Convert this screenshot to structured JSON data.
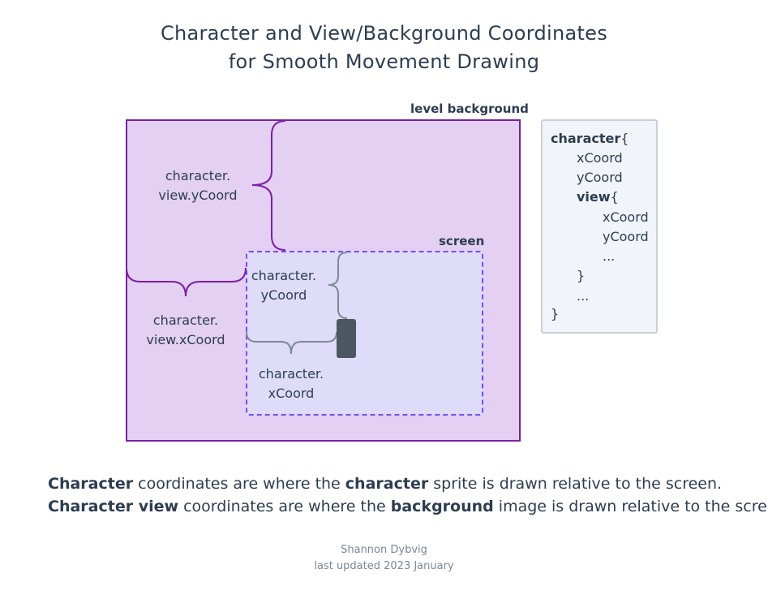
{
  "title": {
    "line1": "Character and View/Background Coordinates",
    "line2": "for Smooth Movement Drawing"
  },
  "diagram": {
    "level_label": "level background",
    "screen_label": "screen",
    "view_ycoord_label": {
      "line1": "character.",
      "line2": "view.yCoord"
    },
    "view_xcoord_label": {
      "line1": "character.",
      "line2": "view.xCoord"
    },
    "ycoord_label": {
      "line1": "character.",
      "line2": "yCoord"
    },
    "xcoord_label": {
      "line1": "character.",
      "line2": "xCoord"
    },
    "colors": {
      "level_fill": "#e3d0f2",
      "level_border": "#7b1fa2",
      "screen_fill": "#dedcf8",
      "screen_border": "#7a4cf0",
      "sprite": "#4d5761",
      "view_brace": "#7b1fa2",
      "char_brace": "#7d8a95"
    }
  },
  "code": {
    "line1_keyword": "character",
    "line1_rest": "{",
    "line2": "xCoord",
    "line3": "yCoord",
    "line4_keyword": "view",
    "line4_rest": "{",
    "line5": "xCoord",
    "line6": "yCoord",
    "line7": "...",
    "line8": "}",
    "line9": "...",
    "line10": "}"
  },
  "description": {
    "line1": {
      "b1": "Character",
      "t1": " coordinates are where the ",
      "b2": "character",
      "t2": " sprite is drawn relative to the screen."
    },
    "line2": {
      "b1": "Character view",
      "t1": " coordinates are where the ",
      "b2": "background",
      "t2": " image is drawn relative to the screen."
    }
  },
  "footer": {
    "author": "Shannon Dybvig",
    "updated": "last updated 2023 January"
  }
}
